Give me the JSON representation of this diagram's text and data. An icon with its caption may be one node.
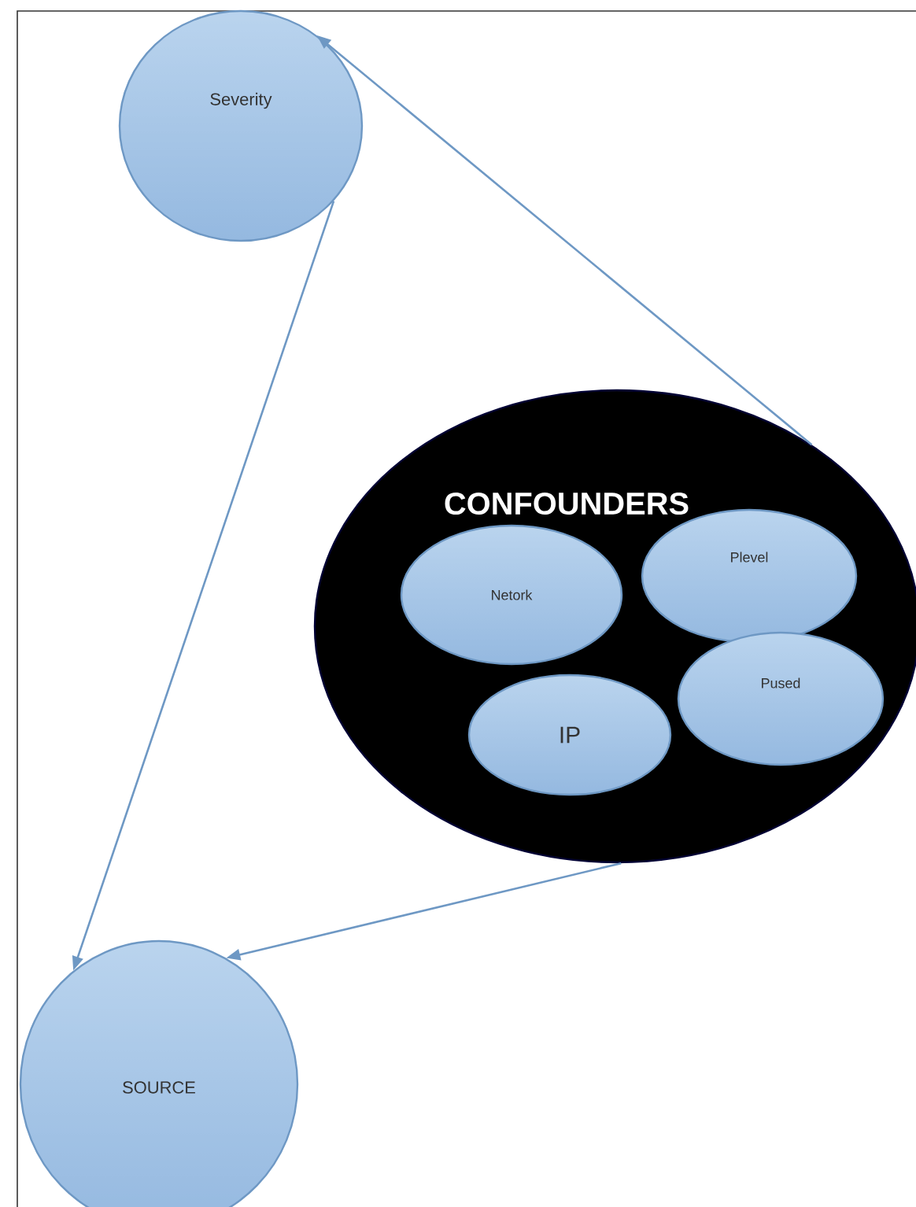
{
  "diagram": {
    "nodes": [
      {
        "text": [
          "Severity"
        ]
      },
      {
        "text": [
          "CONFOUNDERS"
        ]
      },
      {
        "text": [
          "Netork"
        ],
        "in": 1
      },
      {
        "text": [
          "Plevel"
        ],
        "in": 1
      },
      {
        "text": [
          "IP"
        ],
        "in": 1
      },
      {
        "text": [
          "Pused"
        ],
        "in": 1
      },
      {
        "text": [
          "SOURCE"
        ]
      }
    ],
    "edges": [
      {
        "from": 1,
        "to": 0,
        "arrow": "to"
      },
      {
        "from": 0,
        "to": 6,
        "arrow": "to"
      },
      {
        "from": 1,
        "to": 6,
        "arrow": "to"
      }
    ]
  }
}
